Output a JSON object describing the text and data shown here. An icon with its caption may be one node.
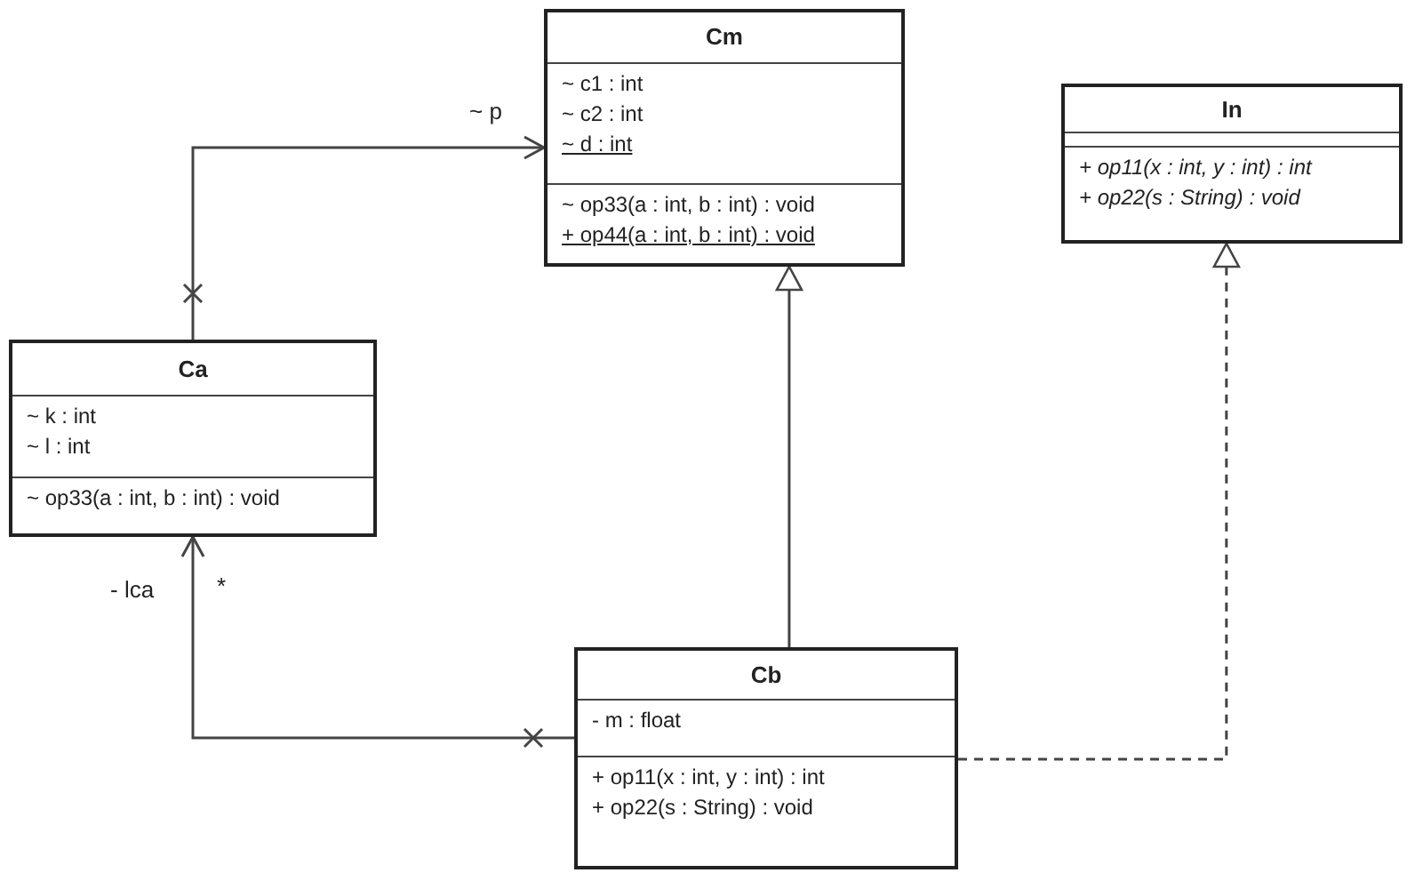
{
  "diagram": {
    "nodes": [
      {
        "text": [
          "Cm",
          "~ c1 : int",
          "~ c2 : int",
          "~ d : int",
          "~ op33(a : int, b : int) : void",
          "+ op44(a : int, b : int) : void"
        ]
      },
      {
        "text": [
          "In",
          "+ op11(x : int, y : int) : int",
          "+ op22(s : String) : void"
        ]
      },
      {
        "text": [
          "Ca",
          "~ k : int",
          "~ l : int",
          "~ op33(a : int, b : int) : void"
        ]
      },
      {
        "text": [
          "Cb",
          "- m : float",
          "+ op11(x : int, y : int) : int",
          "+ op22(s : String) : void"
        ]
      }
    ],
    "edges": [
      {
        "from": 2,
        "to": 0,
        "arrow": "to",
        "label": "~ p"
      },
      {
        "from": 3,
        "to": 2,
        "arrow": "to",
        "label": "- lca"
      },
      {
        "from": 3,
        "to": 0,
        "arrow": "to"
      },
      {
        "from": 3,
        "to": 1,
        "arrow": "to",
        "style": "dashed"
      }
    ],
    "labels": [
      "*"
    ]
  }
}
